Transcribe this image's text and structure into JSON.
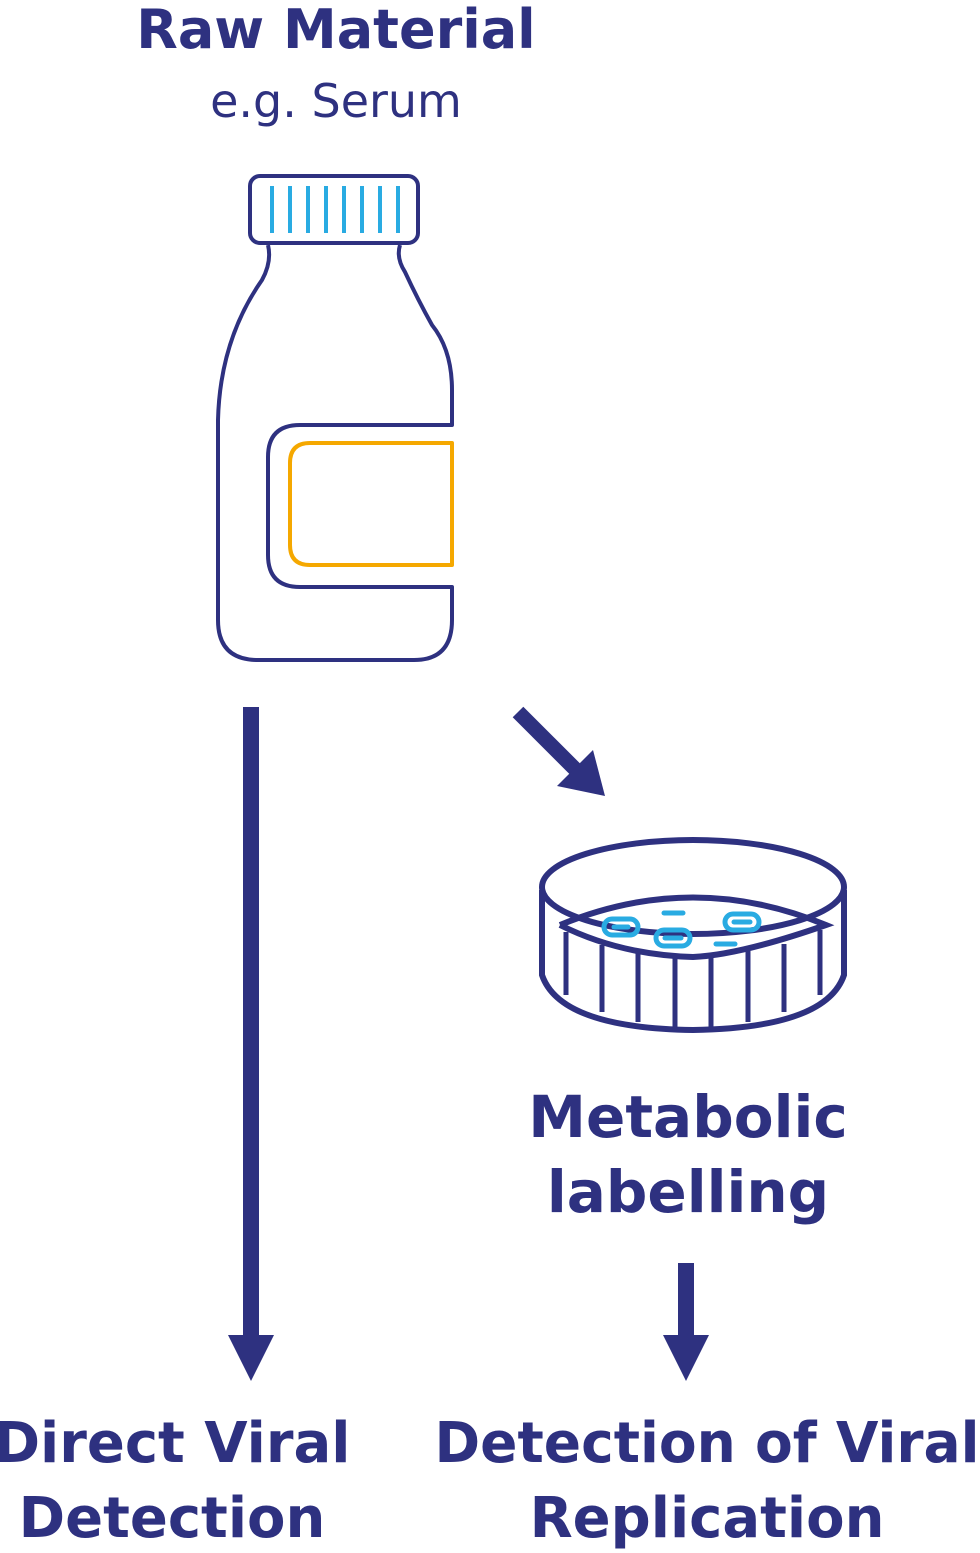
{
  "colors": {
    "navy": "#2e3180",
    "cyan": "#29abe2",
    "orange": "#f5a800"
  },
  "header": {
    "title": "Raw Material",
    "subtitle": "e.g. Serum"
  },
  "icons": [
    "bottle-icon",
    "petri-dish-icon",
    "arrow-down-icon",
    "arrow-diagonal-icon"
  ],
  "middle": {
    "line1": "Metabolic",
    "line2": "labelling"
  },
  "outputs": {
    "left": {
      "line1": "Direct Viral",
      "line2": "Detection"
    },
    "right": {
      "line1": "Detection of Viral",
      "line2": "Replication"
    }
  }
}
